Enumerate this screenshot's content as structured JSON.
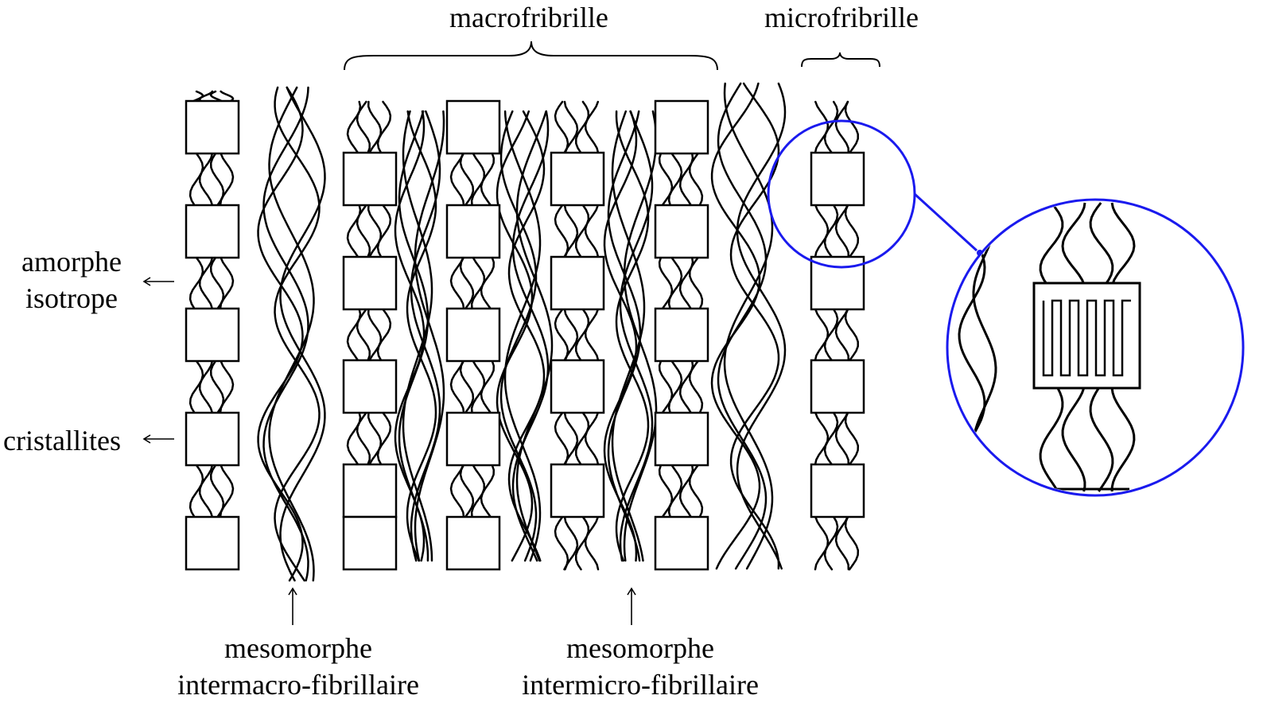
{
  "labels": {
    "macrofibrille": "macrofribrille",
    "microfibrille": "microfribrille",
    "amorphe_line1": "amorphe",
    "amorphe_line2": "isotrope",
    "cristallites": "cristallites",
    "meso_macro_line1": "mesomorphe",
    "meso_macro_line2": "intermacro-fibrillaire",
    "meso_micro_line1": "mesomorphe",
    "meso_micro_line2": "intermicro-fibrillaire"
  },
  "colors": {
    "line": "#000000",
    "zoom": "#1a1aee"
  }
}
